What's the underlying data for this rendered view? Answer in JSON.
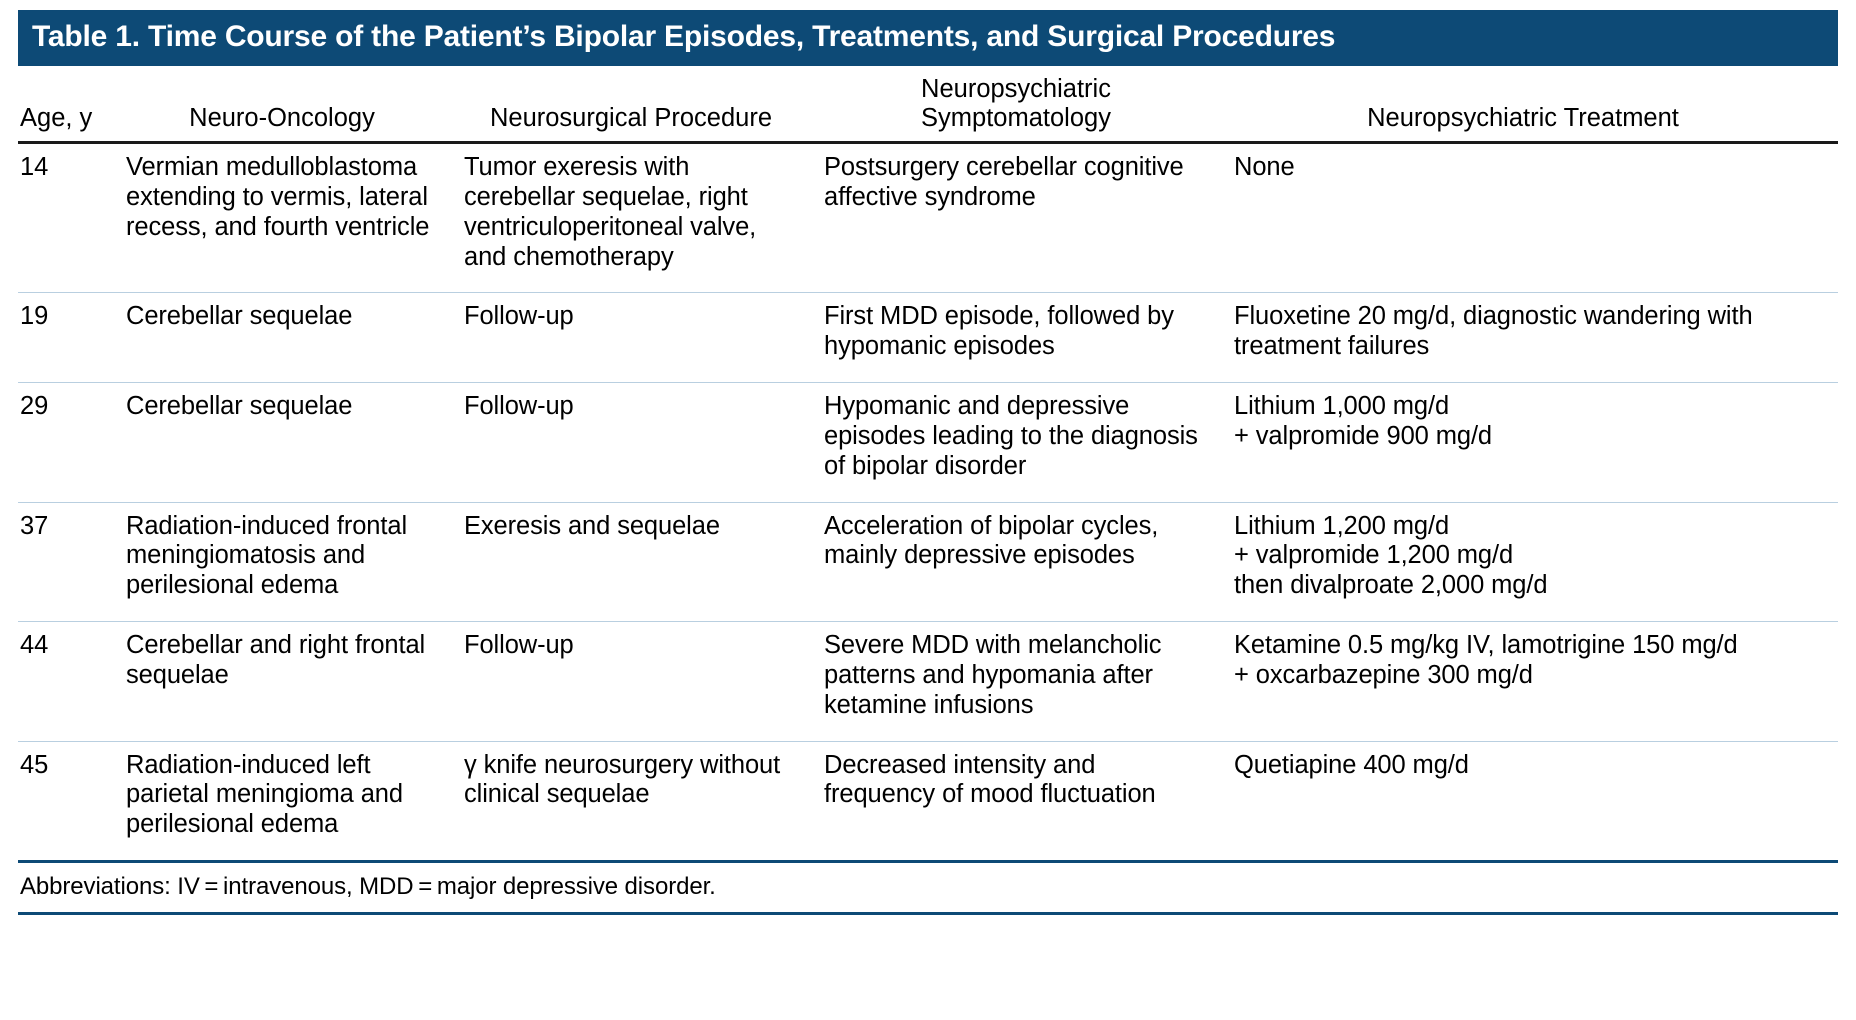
{
  "table": {
    "title": "Table 1. Time Course of the Patient’s Bipolar Episodes, Treatments, and Surgical Procedures",
    "title_bar_color": "#0d4a76",
    "columns": [
      {
        "key": "age",
        "label": "Age, y"
      },
      {
        "key": "onc",
        "label": "Neuro-Oncology"
      },
      {
        "key": "surg",
        "label": "Neurosurgical Procedure"
      },
      {
        "key": "symp",
        "label": "Neuropsychiatric Symptomatology"
      },
      {
        "key": "treat",
        "label": "Neuropsychiatric Treatment"
      }
    ],
    "rows": [
      {
        "age": "14",
        "onc": "Vermian medulloblastoma extending to vermis, lateral recess, and fourth ventricle",
        "surg": "Tumor exeresis with cerebellar sequelae, right ventriculoperitoneal valve, and chemotherapy",
        "symp": "Postsurgery cerebellar cognitive affective syndrome",
        "treat": "None"
      },
      {
        "age": "19",
        "onc": "Cerebellar sequelae",
        "surg": "Follow-up",
        "symp": "First MDD episode, followed by hypomanic episodes",
        "treat": "Fluoxetine 20 mg/d, diagnostic wandering with treatment failures"
      },
      {
        "age": "29",
        "onc": "Cerebellar sequelae",
        "surg": "Follow-up",
        "symp": "Hypomanic and depressive episodes leading to the diagnosis of bipolar disorder",
        "treat": "Lithium 1,000 mg/d\n+ valpromide 900 mg/d"
      },
      {
        "age": "37",
        "onc": "Radiation-induced frontal meningiomatosis and perilesional edema",
        "surg": "Exeresis and sequelae",
        "symp": "Acceleration of bipolar cycles, mainly depressive episodes",
        "treat": "Lithium 1,200 mg/d\n+ valpromide 1,200 mg/d\nthen divalproate 2,000 mg/d"
      },
      {
        "age": "44",
        "onc": "Cerebellar and right frontal sequelae",
        "surg": "Follow-up",
        "symp": "Severe MDD with melancholic patterns and hypomania after ketamine infusions",
        "treat": "Ketamine 0.5 mg/kg IV, lamotrigine 150 mg/d\n+ oxcarbazepine 300 mg/d"
      },
      {
        "age": "45",
        "onc": "Radiation-induced left parietal meningioma and perilesional edema",
        "surg": "γ knife neurosurgery without clinical sequelae",
        "symp": "Decreased intensity and frequency of mood fluctuation",
        "treat": "Quetiapine 400 mg/d"
      }
    ],
    "footnote": "Abbreviations: IV = intravenous, MDD = major depressive disorder."
  }
}
